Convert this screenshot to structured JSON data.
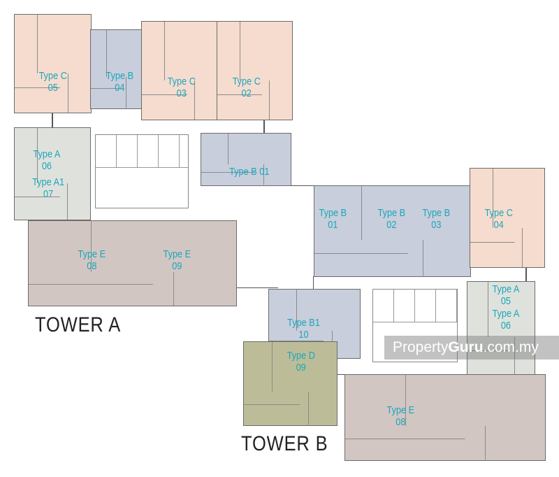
{
  "colors": {
    "type_c": "#f5dccf",
    "type_b": "#c8cedb",
    "type_a": "#dfe2dc",
    "type_e": "#d2c6c3",
    "type_d": "#bcbd98",
    "label": "#1ba6bb"
  },
  "towers": {
    "a": "TOWER A",
    "b": "TOWER B"
  },
  "units": {
    "c05": [
      "Type C",
      "05"
    ],
    "b04": [
      "Type B",
      "04"
    ],
    "c03": [
      "Type C",
      "03"
    ],
    "c02": [
      "Type C",
      "02"
    ],
    "a06": [
      "Type A",
      "06"
    ],
    "a107": [
      "Type A1",
      "07"
    ],
    "b01_top": "Type B 01",
    "e08a": [
      "Type E",
      "08"
    ],
    "e09a": [
      "Type E",
      "09"
    ],
    "b01": [
      "Type B",
      "01"
    ],
    "b02": [
      "Type B",
      "02"
    ],
    "b03": [
      "Type B",
      "03"
    ],
    "c04": [
      "Type C",
      "04"
    ],
    "a05": [
      "Type A",
      "05"
    ],
    "a06b": [
      "Type A",
      "06"
    ],
    "b110": [
      "Type B1",
      "10"
    ],
    "d09": [
      "Type D",
      "09"
    ],
    "e08b": [
      "Type E",
      "08"
    ]
  },
  "watermark": {
    "a": "Property",
    "b": "Guru",
    ".c": ".com.my",
    "c": ".com.my"
  }
}
